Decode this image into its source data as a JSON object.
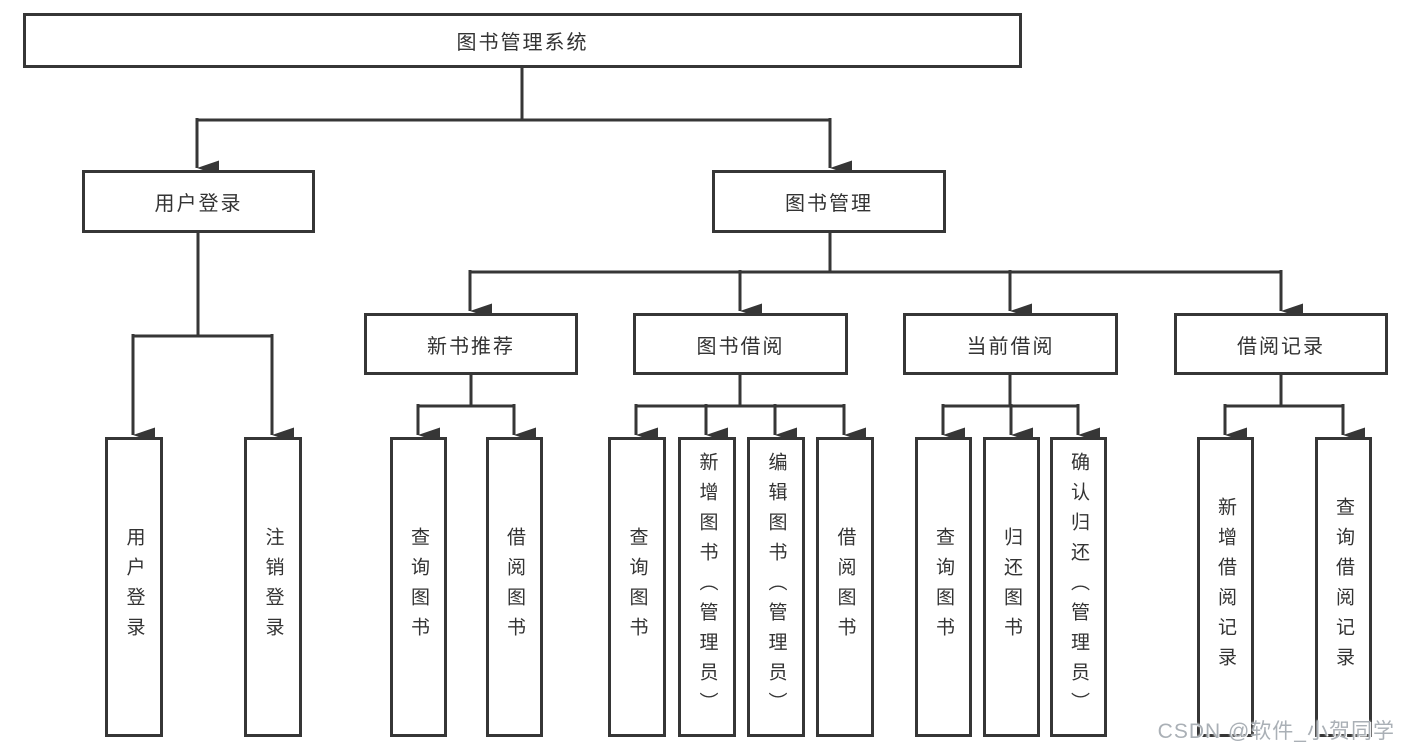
{
  "diagram": {
    "root": "图书管理系统",
    "user_login": {
      "label": "用户登录",
      "children": [
        "用户登录",
        "注销登录"
      ]
    },
    "book_management": {
      "label": "图书管理",
      "sections": [
        {
          "label": "新书推荐",
          "children": [
            "查询图书",
            "借阅图书"
          ]
        },
        {
          "label": "图书借阅",
          "children": [
            "查询图书",
            "新增图书（管理员）",
            "编辑图书（管理员）",
            "借阅图书"
          ]
        },
        {
          "label": "当前借阅",
          "children": [
            "查询图书",
            "归还图书",
            "确认归还（管理员）"
          ]
        },
        {
          "label": "借阅记录",
          "children": [
            "新增借阅记录",
            "查询借阅记录"
          ]
        }
      ]
    },
    "watermark": "CSDN @软件_小贺同学"
  }
}
